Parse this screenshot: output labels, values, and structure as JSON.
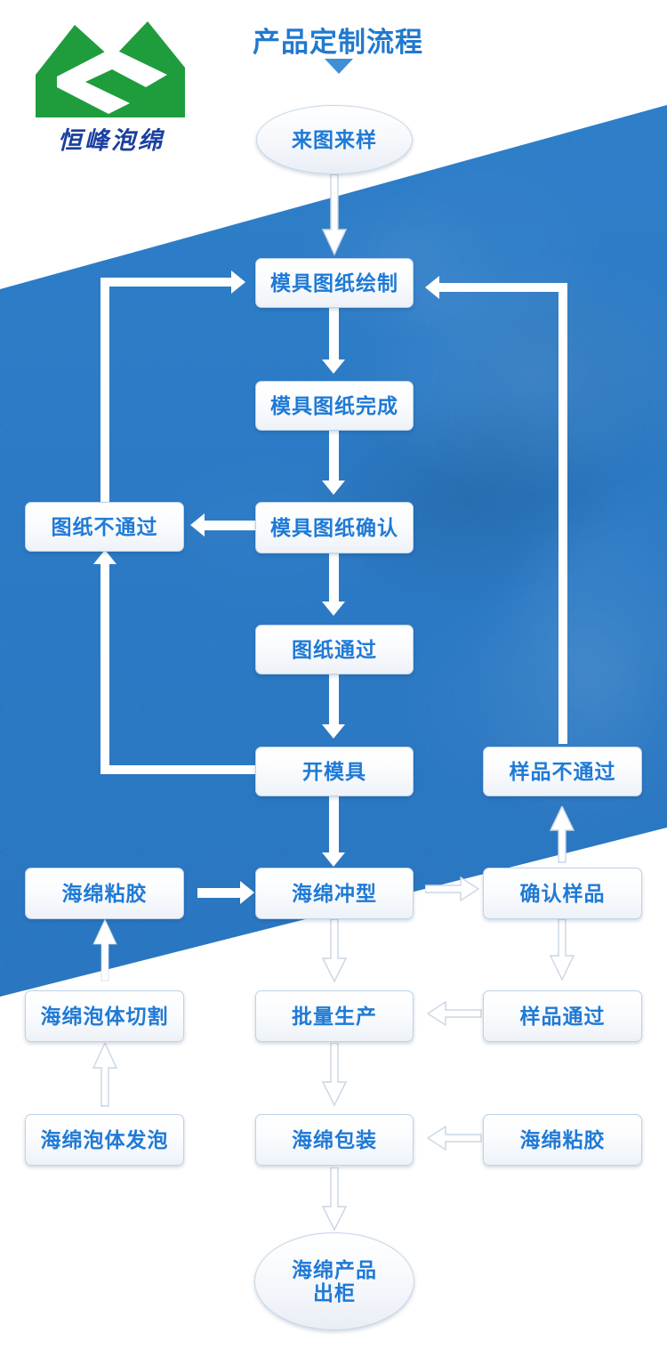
{
  "header": {
    "title": "产品定制流程",
    "caret_icon": "triangle-down-icon",
    "logo": {
      "mark_icon": "green-mountain-logo-icon",
      "company_name": "恒峰泡绵"
    }
  },
  "flowchart": {
    "type": "process-flow-diagram",
    "colors": {
      "band_blue": "#2b79c4",
      "node_text_blue": "#1f7ad6",
      "title_blue": "#2279cf",
      "logo_green": "#1f9d3d",
      "logo_text_blue": "#1b3fa0",
      "node_fill": "#f4f7fb",
      "node_border": "#bcd3ea",
      "arrow_white": "#ffffff",
      "arrow_outline": "#c9d6e4"
    },
    "nodes": [
      {
        "id": "n1",
        "label": "来图来样",
        "shape": "ellipse"
      },
      {
        "id": "n2",
        "label": "模具图纸绘制",
        "shape": "rounded-rect"
      },
      {
        "id": "n3",
        "label": "模具图纸完成",
        "shape": "rounded-rect"
      },
      {
        "id": "n4",
        "label": "模具图纸确认",
        "shape": "rounded-rect"
      },
      {
        "id": "n5",
        "label": "图纸不通过",
        "shape": "rounded-rect"
      },
      {
        "id": "n6",
        "label": "图纸通过",
        "shape": "rounded-rect"
      },
      {
        "id": "n7",
        "label": "开模具",
        "shape": "rounded-rect"
      },
      {
        "id": "n8",
        "label": "样品不通过",
        "shape": "rounded-rect"
      },
      {
        "id": "n9",
        "label": "海绵粘胶",
        "shape": "rounded-rect"
      },
      {
        "id": "n10",
        "label": "海绵冲型",
        "shape": "rounded-rect"
      },
      {
        "id": "n11",
        "label": "确认样品",
        "shape": "rounded-rect"
      },
      {
        "id": "n12",
        "label": "海绵泡体切割",
        "shape": "rounded-rect"
      },
      {
        "id": "n13",
        "label": "批量生产",
        "shape": "rounded-rect"
      },
      {
        "id": "n14",
        "label": "样品通过",
        "shape": "rounded-rect"
      },
      {
        "id": "n15",
        "label": "海绵泡体发泡",
        "shape": "rounded-rect"
      },
      {
        "id": "n16",
        "label": "海绵包装",
        "shape": "rounded-rect"
      },
      {
        "id": "n17",
        "label": "海绵粘胶",
        "shape": "rounded-rect"
      },
      {
        "id": "n18",
        "label": "海绵产品",
        "label2": "出柜",
        "shape": "ellipse"
      }
    ],
    "edges": [
      {
        "from": "n1",
        "to": "n2",
        "direction": "down"
      },
      {
        "from": "n2",
        "to": "n3",
        "direction": "down"
      },
      {
        "from": "n3",
        "to": "n4",
        "direction": "down"
      },
      {
        "from": "n4",
        "to": "n5",
        "direction": "left"
      },
      {
        "from": "n5",
        "to": "n2",
        "direction": "up-then-right"
      },
      {
        "from": "n4",
        "to": "n6",
        "direction": "down"
      },
      {
        "from": "n6",
        "to": "n7",
        "direction": "down"
      },
      {
        "from": "n7",
        "to": "n5",
        "direction": "left-then-up"
      },
      {
        "from": "n7",
        "to": "n10",
        "direction": "down"
      },
      {
        "from": "n8",
        "to": "n2",
        "direction": "up-then-left"
      },
      {
        "from": "n9",
        "to": "n10",
        "direction": "right"
      },
      {
        "from": "n10",
        "to": "n11",
        "direction": "right"
      },
      {
        "from": "n11",
        "to": "n8",
        "direction": "up"
      },
      {
        "from": "n11",
        "to": "n14",
        "direction": "down"
      },
      {
        "from": "n12",
        "to": "n9",
        "direction": "up"
      },
      {
        "from": "n14",
        "to": "n13",
        "direction": "left"
      },
      {
        "from": "n15",
        "to": "n12",
        "direction": "up"
      },
      {
        "from": "n10",
        "to": "n13",
        "direction": "down"
      },
      {
        "from": "n13",
        "to": "n16",
        "direction": "down"
      },
      {
        "from": "n17",
        "to": "n16",
        "direction": "left"
      },
      {
        "from": "n16",
        "to": "n18",
        "direction": "down"
      }
    ]
  }
}
